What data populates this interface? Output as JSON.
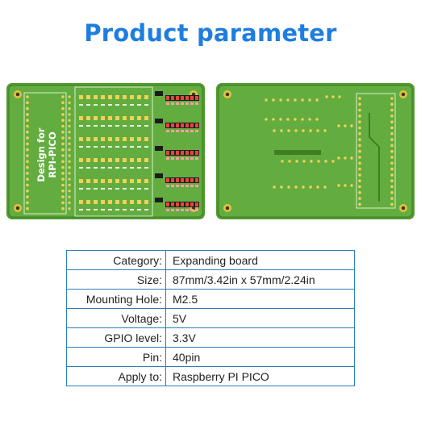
{
  "header": {
    "title": "Product parameter"
  },
  "board": {
    "silkscreen_line1": "Design for",
    "silkscreen_line2": "RPI-PICO"
  },
  "colors": {
    "title": "#1e7ee0",
    "pcb_green": "#5fa83d",
    "pcb_edge": "#3f7e22",
    "table_border": "#2a7fb8"
  },
  "specs": [
    {
      "label": "Category:",
      "value": "Expanding board"
    },
    {
      "label": "Size:",
      "value": "87mm/3.42in x 57mm/2.24in"
    },
    {
      "label": "Mounting Hole:",
      "value": "M2.5"
    },
    {
      "label": "Voltage:",
      "value": "5V"
    },
    {
      "label": "GPIO level:",
      "value": "3.3V"
    },
    {
      "label": "Pin:",
      "value": "40pin"
    },
    {
      "label": "Apply to:",
      "value": "Raspberry PI PICO"
    }
  ]
}
